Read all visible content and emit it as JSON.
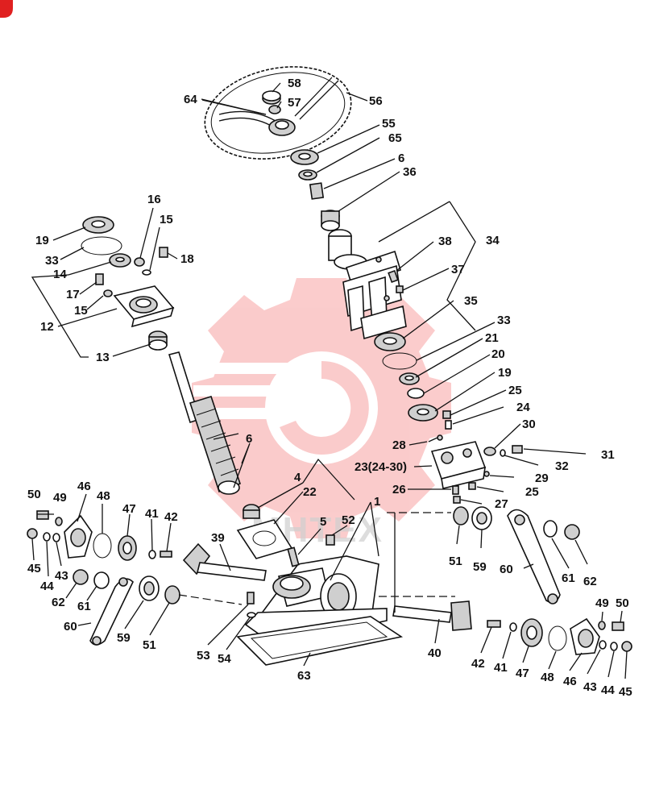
{
  "watermark": {
    "text": "MHTEX",
    "color": "#f04848"
  },
  "corner_badge_color": "#e02020",
  "labels": {
    "l64": "64",
    "l58": "58",
    "l57": "57",
    "l56": "56",
    "l55": "55",
    "l65": "65",
    "l6a": "6",
    "l36": "36",
    "l16": "16",
    "l15a": "15",
    "l18": "18",
    "l19a": "19",
    "l33a": "33",
    "l14": "14",
    "l17": "17",
    "l15b": "15",
    "l12": "12",
    "l13": "13",
    "l38": "38",
    "l34": "34",
    "l37": "37",
    "l35": "35",
    "l33b": "33",
    "l21": "21",
    "l20": "20",
    "l19b": "19",
    "l25a": "25",
    "l24": "24",
    "l30": "30",
    "l6b": "6",
    "l28": "28",
    "l23": "23(24-30)",
    "l31": "31",
    "l32": "32",
    "l29": "29",
    "l25b": "25",
    "l26": "26",
    "l27": "27",
    "l4": "4",
    "l22": "22",
    "l1": "1",
    "l5": "5",
    "l52": "52",
    "l50a": "50",
    "l49a": "49",
    "l46a": "46",
    "l48a": "48",
    "l47a": "47",
    "l41a": "41",
    "l42a": "42",
    "l45a": "45",
    "l44a": "44",
    "l43a": "43",
    "l39": "39",
    "l62a": "62",
    "l61a": "61",
    "l60a": "60",
    "l59a": "59",
    "l51a": "51",
    "l53": "53",
    "l54": "54",
    "l63": "63",
    "l40": "40",
    "l42b": "42",
    "l41b": "41",
    "l47b": "47",
    "l48b": "48",
    "l46b": "46",
    "l43b": "43",
    "l44b": "44",
    "l45b": "45",
    "l49b": "49",
    "l50b": "50",
    "l51b": "51",
    "l59b": "59",
    "l60b": "60",
    "l61b": "61",
    "l62b": "62"
  }
}
